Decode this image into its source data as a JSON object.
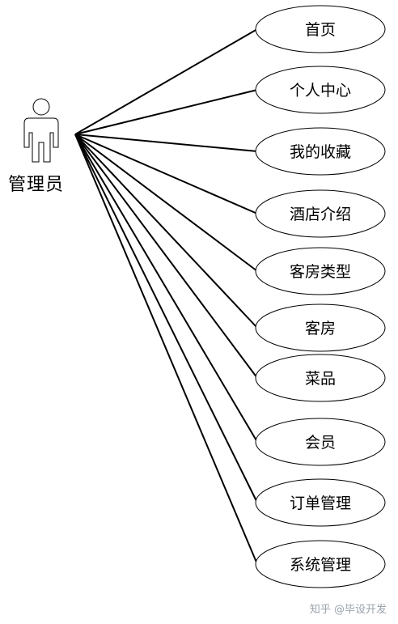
{
  "actor": {
    "label": "管理员"
  },
  "use_cases": [
    "首页",
    "个人中心",
    "我的收藏",
    "酒店介绍",
    "客房类型",
    "客房",
    "菜品",
    "会员",
    "订单管理",
    "系统管理"
  ],
  "watermark": "知乎 @毕设开发",
  "colors": {
    "line": "#000000",
    "background": "#ffffff"
  }
}
